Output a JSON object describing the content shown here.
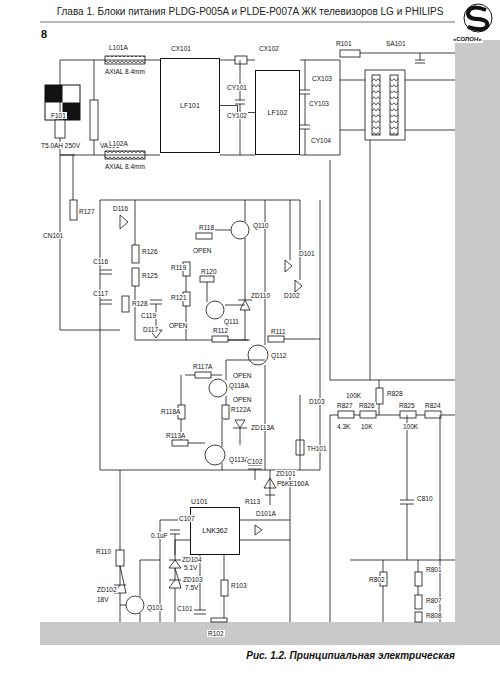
{
  "diagram": {
    "title": "Глава 1. Блоки питания PLDG-P005A и PLDE-P007A ЖК телевизоров LG и PHILIPS",
    "caption": "Рис. 1.2. Принципиальная электрическая",
    "nodes": [
      {
        "text": [
          "LF101"
        ]
      },
      {
        "text": [
          "LF102"
        ]
      },
      {
        "text": [
          "U101",
          "LNK362"
        ]
      }
    ],
    "edges": [
      {
        "from": 0,
        "to": 1,
        "arrow": "none"
      }
    ],
    "labels": [
      "8",
      "«СОЛОН»",
      "F101",
      "T5.0AH 250V",
      "VA101",
      "CN101",
      "L101A",
      "AXIAL 8.4mm",
      "L102A",
      "AXIAL 8.4mm",
      "R127",
      "R101",
      "SA101",
      "CX101",
      "CX102",
      "CX103",
      "CY101",
      "CY102",
      "CY103",
      "CY104",
      "D116",
      "R126",
      "R125",
      "C116",
      "C117",
      "R128",
      "C119",
      "D117",
      "R118",
      "Q110",
      "R119",
      "R120",
      "R121",
      "Q111",
      "ZD110",
      "R112",
      "Q112",
      "R111",
      "OPEN",
      "OPEN",
      "OPEN",
      "OPEN",
      "R117A",
      "Q118A",
      "R118A",
      "R122A",
      "ZD113A",
      "R113A",
      "Q113A",
      "C102",
      "D101",
      "D102",
      "D103",
      "TH101",
      "R828",
      "100K",
      "R827",
      "R826",
      "R825",
      "R824",
      "4.3K",
      "10K",
      "100K",
      "ZD101",
      "P6KE160A",
      "C107",
      "0.1uF",
      "ZD104",
      "5.1V",
      "ZD103",
      "7.5V",
      "ZD102",
      "18V",
      "R110",
      "Q101",
      "R103",
      "C101",
      "R102",
      "D101A",
      "R113",
      "C810",
      "R802",
      "R801",
      "R807",
      "R808"
    ]
  }
}
